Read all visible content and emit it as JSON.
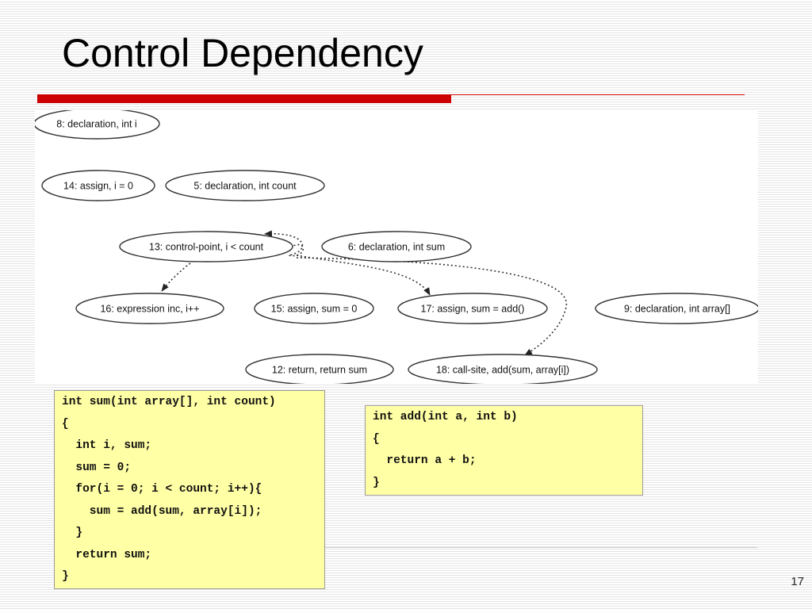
{
  "slide": {
    "title": "Control Dependency",
    "page_number": "17"
  },
  "diagram": {
    "nodes": [
      {
        "id": "n8",
        "label": "8: declaration, int i"
      },
      {
        "id": "n14",
        "label": "14: assign, i = 0"
      },
      {
        "id": "n5",
        "label": "5: declaration, int count"
      },
      {
        "id": "n13",
        "label": "13: control-point, i < count"
      },
      {
        "id": "n6",
        "label": "6: declaration, int sum"
      },
      {
        "id": "n16",
        "label": "16: expression inc, i++"
      },
      {
        "id": "n15",
        "label": "15: assign, sum = 0"
      },
      {
        "id": "n17",
        "label": "17: assign, sum = add()"
      },
      {
        "id": "n9",
        "label": "9: declaration, int array[]"
      },
      {
        "id": "n12",
        "label": "12: return, return sum"
      },
      {
        "id": "n18",
        "label": "18: call-site, add(sum, array[i])"
      }
    ],
    "edges": [
      {
        "from": "n13",
        "to": "n16",
        "style": "dotted"
      },
      {
        "from": "n13",
        "to": "n17",
        "style": "dotted"
      },
      {
        "from": "n13",
        "to": "n18",
        "style": "dotted"
      },
      {
        "from": "n13",
        "to": "n13",
        "style": "dotted"
      }
    ]
  },
  "code": {
    "sum_function": [
      "int sum(int array[], int count)",
      "{",
      "  int i, sum;",
      "  sum = 0;",
      "  for(i = 0; i < count; i++){",
      "    sum = add(sum, array[i]);",
      "  }",
      "  return sum;",
      "}"
    ],
    "add_function": [
      "int add(int a, int b)",
      "{",
      "  return a + b;",
      "}"
    ]
  },
  "colors": {
    "accent_red": "#cc0000",
    "code_background": "#ffffa5"
  }
}
